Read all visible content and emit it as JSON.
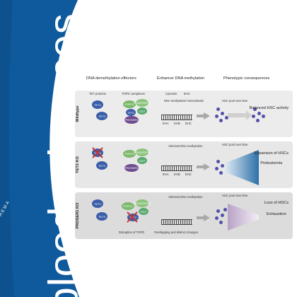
{
  "journal": {
    "masthead": "blood advances",
    "society_fragment": "AN SOCIETY OF HEMA",
    "colors": {
      "spine_blue": "#0f5a9c",
      "spine_dark": "#0c4479",
      "accent_purple": "#5250a8"
    }
  },
  "figure": {
    "column_heads": [
      "DNA demethylation effectors",
      "Enhancer DNA methylation",
      "Phenotypic consequences"
    ],
    "legend": {
      "cytosine": "Cytosine",
      "fivemc": "5mC"
    },
    "panels": [
      {
        "label": "Wildtype",
        "tet_proteins": "TET proteins",
        "topd_complexes": "TOPD complexes",
        "tet_labels": [
          "TET2",
          "TET3"
        ],
        "complex_labels": [
          "PSPC1",
          "NONO/SFPQ",
          "OGT",
          "PROSER1",
          "TET2"
        ],
        "dna_caption": "DNA methylation homeostasis",
        "enhancer_labels": [
          "EHA",
          "EHB",
          "EHC"
        ],
        "hsc_title": "HSC pool over time",
        "outcome": "Balanced HSC activity"
      },
      {
        "label": "TET2 KO",
        "tet_labels": [
          "TET2",
          "TET3"
        ],
        "complex_labels": [
          "PSPC1",
          "NONO/SFPQ",
          "OGT",
          "PROSER1"
        ],
        "dna_caption": "Aberrant DNA methylation",
        "enhancer_labels": [
          "EHA",
          "EHB",
          "EHC"
        ],
        "hsc_title": "HSC pool over time",
        "outcome": "Expansion of HSCs",
        "outcome_sub": "Preleukemia"
      },
      {
        "label": "PROSER1 KO",
        "tet_labels": [
          "TET2",
          "TET3"
        ],
        "complex_labels": [
          "PSPC1",
          "NONO/SFPQ",
          "OGT",
          "TET2"
        ],
        "below_caption": "Disruption of TOPD",
        "dna_caption": "Aberrant DNA methylation",
        "enhancer_caption": "Overlapping and distinct changes",
        "hsc_title": "HSC pool over time",
        "outcome": "Loss of HSCs",
        "outcome_sub": "Exhaustion"
      }
    ]
  }
}
